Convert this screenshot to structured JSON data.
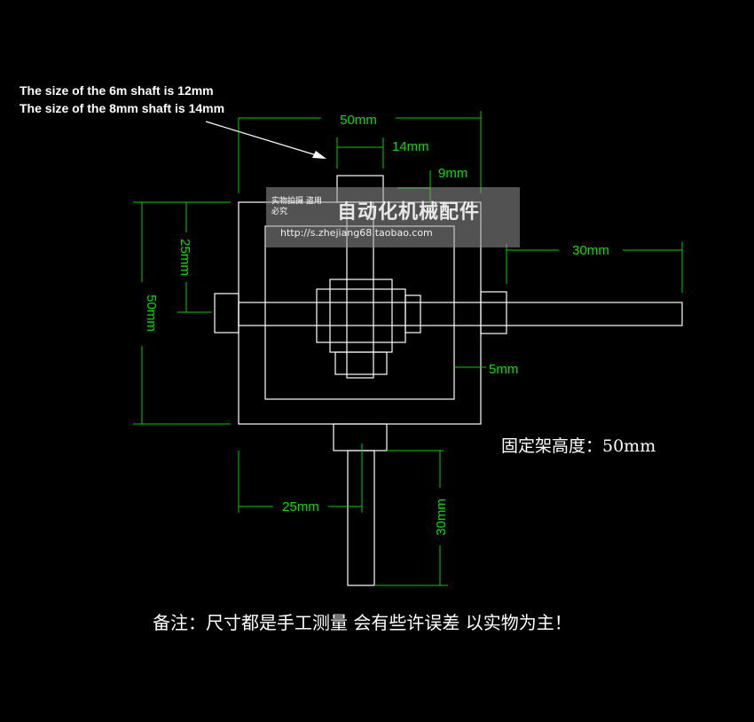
{
  "notes": {
    "line1": "The size of the 6m shaft is 12mm",
    "line2": "The size of the 8mm shaft is 14mm"
  },
  "dimensions": {
    "top_width": "50mm",
    "shaft_width": "14mm",
    "small": "9mm",
    "right_shaft_length": "30mm",
    "left_height": "50mm",
    "inner_height": "25mm",
    "inner_offset": "5mm",
    "bottom_offset": "25mm",
    "bottom_shaft_length": "30mm"
  },
  "captions": {
    "bracket_height": "固定架高度：50mm",
    "remark": "备注：尺寸都是手工测量 会有些许误差 以实物为主！"
  },
  "watermark": {
    "tag": "实物拍摄 盗用必究",
    "title": "自动化机械配件",
    "url": "http://s.zhejiang68.taobao.com"
  },
  "colors": {
    "background": "#000000",
    "dimension": "#00d000",
    "outline": "#ffffff"
  }
}
